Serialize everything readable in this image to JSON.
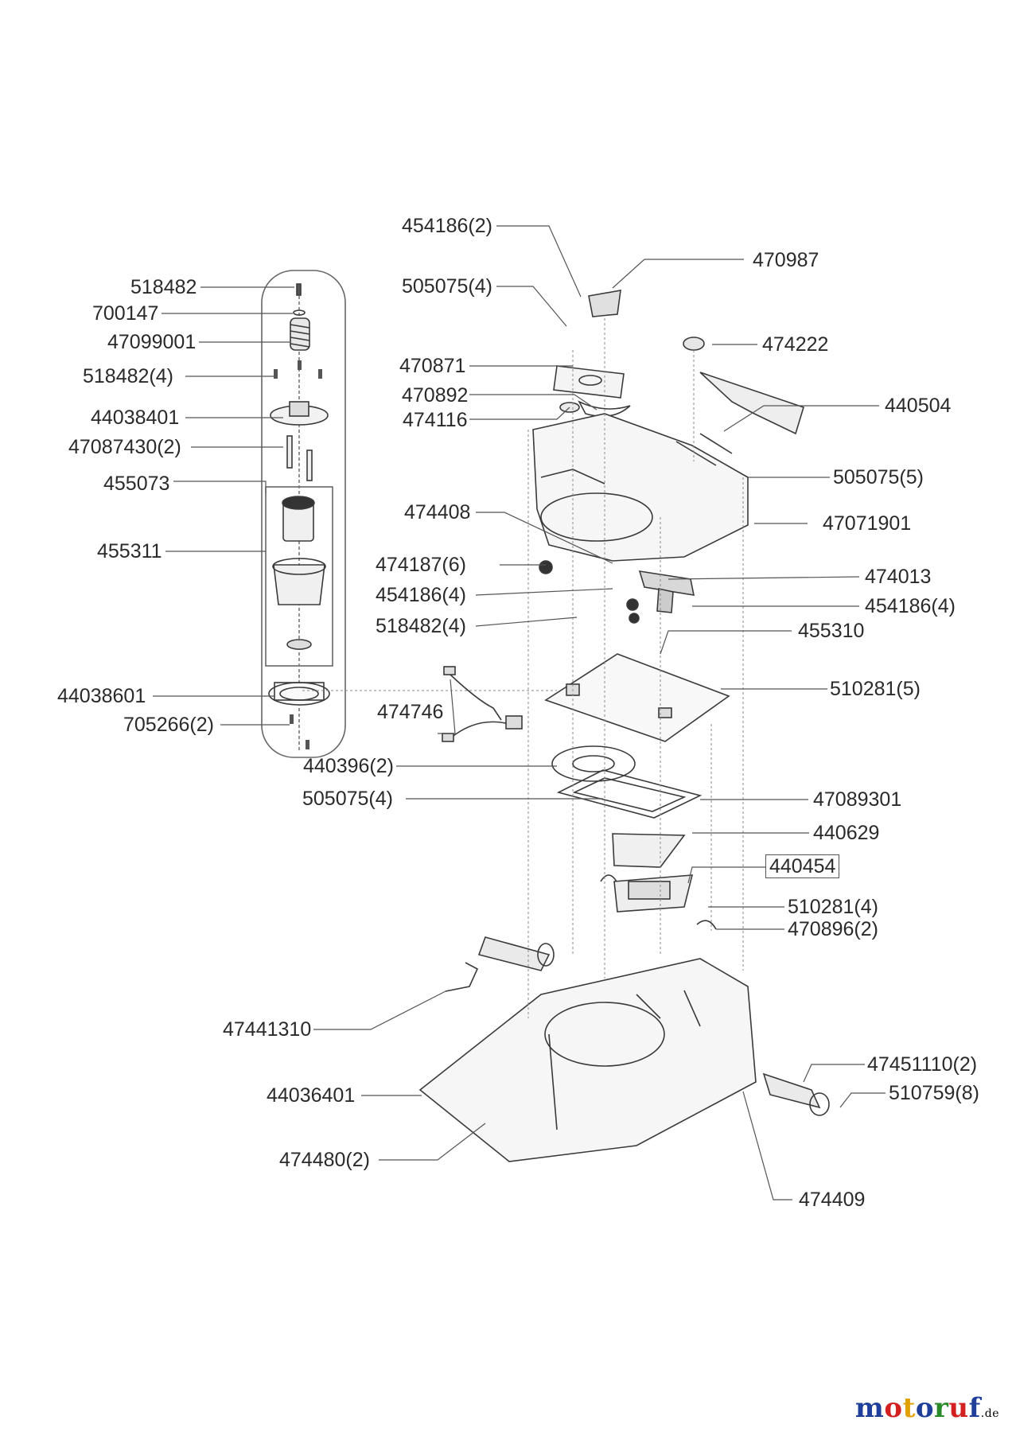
{
  "labels": {
    "p454186_2": "454186(2)",
    "p470987": "470987",
    "p505075_4a": "505075(4)",
    "p474222": "474222",
    "p470871": "470871",
    "p470892": "470892",
    "p474116": "474116",
    "p440504": "440504",
    "p505075_5": "505075(5)",
    "p474408": "474408",
    "p47071901": "47071901",
    "p474187_6": "474187(6)",
    "p474013": "474013",
    "p454186_4a": "454186(4)",
    "p454186_4b": "454186(4)",
    "p518482_4a": "518482(4)",
    "p455310": "455310",
    "p510281_5": "510281(5)",
    "p474746": "474746",
    "p440396_2": "440396(2)",
    "p505075_4b": "505075(4)",
    "p47089301": "47089301",
    "p440629": "440629",
    "p440454": "440454",
    "p510281_4": "510281(4)",
    "p470896_2": "470896(2)",
    "p47441310": "47441310",
    "p47451110_2": "47451110(2)",
    "p510759_8": "510759(8)",
    "p44036401": "44036401",
    "p474480_2": "474480(2)",
    "p474409": "474409",
    "p518482": "518482",
    "p700147": "700147",
    "p47099001": "47099001",
    "p518482_4b": "518482(4)",
    "p44038401": "44038401",
    "p47087430_2": "47087430(2)",
    "p455073": "455073",
    "p455311": "455311",
    "p44038601": "44038601",
    "p705266_2": "705266(2)"
  },
  "watermark": {
    "brand": "motoruf",
    "domain": ".de",
    "colors": [
      "#1f3f9a",
      "#d22020",
      "#e0a000",
      "#1f3f9a",
      "#2a8a2a",
      "#d22020",
      "#1f3f9a"
    ]
  }
}
